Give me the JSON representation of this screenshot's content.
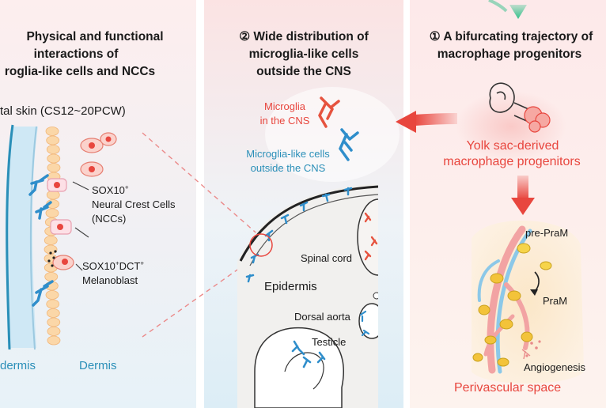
{
  "panel3": {
    "title_line1": "Physical and functional",
    "title_line2": "interactions of",
    "title_line3": "roglia-like cells and NCCs",
    "skin_label": "tal skin (CS12~20PCW)",
    "ncc_line1": "SOX10",
    "ncc_sup": "+",
    "ncc_line2": "Neural Crest Cells",
    "ncc_line3": "(NCCs)",
    "mel_a": "SOX10",
    "mel_sup1": "+",
    "mel_b": "DCT",
    "mel_sup2": "+",
    "mel_line2": "Melanoblast",
    "epidermis": "dermis",
    "dermis": "Dermis"
  },
  "panel2": {
    "title_line1": "② Wide distribution of",
    "title_line2": "microglia-like cells",
    "title_line3": "outside the CNS",
    "cns_line1": "Microglia",
    "cns_line2": "in the CNS",
    "out_line1": "Microglia-like cells",
    "out_line2": "outside the CNS",
    "spinal": "Spinal cord",
    "epidermis": "Epidermis",
    "aorta": "Dorsal aorta",
    "testicle": "Testicle"
  },
  "panel1": {
    "title_line1": "① A bifurcating trajectory of",
    "title_line2": "macrophage progenitors",
    "yolk_line1": "Yolk sac-derived",
    "yolk_line2": "macrophage progenitors",
    "prepram": "pre-PraM",
    "pram": "PraM",
    "angio": "Angiogenesis",
    "perivascular": "Perivascular space"
  },
  "colors": {
    "red_text": "#e8463e",
    "blue_text": "#2a8fb8",
    "microglia_red": "#e6533f",
    "microglia_blue": "#2f8ecb",
    "arrow_red": "#e8463e",
    "arrow_green": "#34c08a"
  }
}
